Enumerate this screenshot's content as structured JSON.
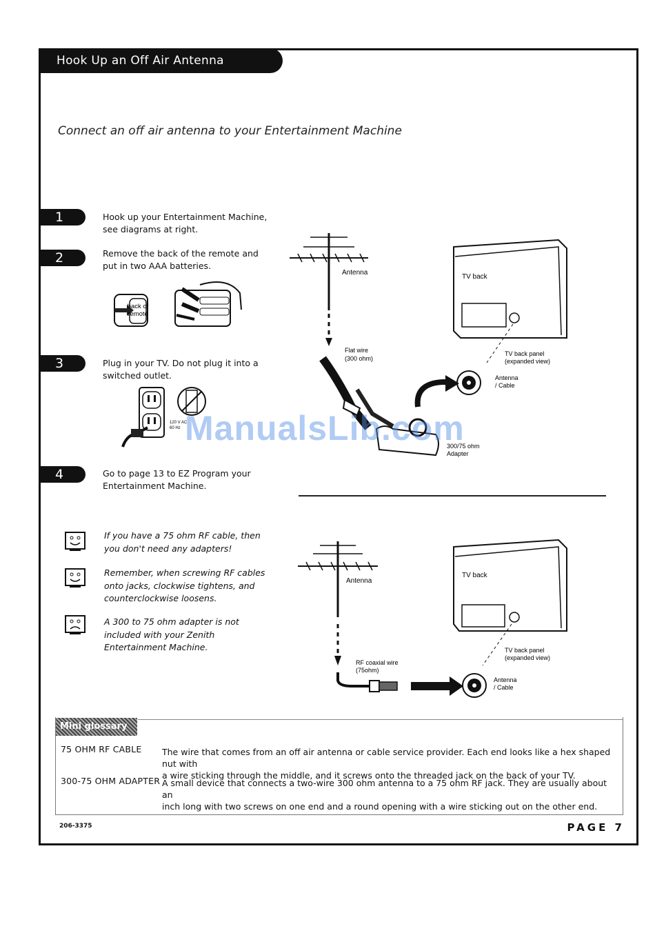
{
  "header": {
    "title": "Hook Up an Off Air Antenna"
  },
  "subtitle": "Connect an off air antenna to your Entertainment Machine",
  "steps": [
    {
      "number": "1",
      "text_line1": "Hook up your Entertainment Machine,",
      "text_line2": "see diagrams at right."
    },
    {
      "number": "2",
      "text_line1": "Remove the back of the remote and",
      "text_line2": "put in two AAA batteries."
    },
    {
      "number": "3",
      "text_line1": "Plug in your TV. Do not plug it into a",
      "text_line2": "switched outlet."
    },
    {
      "number": "4",
      "text_line1": "Go to page 13 to EZ Program your",
      "text_line2": "Entertainment Machine."
    }
  ],
  "remote_label": {
    "line1": "back of",
    "line2": "remote"
  },
  "outlet_label": {
    "line1": "120 V AC",
    "line2": "60 Hz"
  },
  "tips": [
    {
      "line1": "If you have a 75 ohm RF cable, then",
      "line2": "you don't need any adapters!",
      "line3": ""
    },
    {
      "line1": "Remember, when screwing RF cables",
      "line2": "onto jacks, clockwise tightens, and",
      "line3": "counterclockwise loosens."
    },
    {
      "line1": "A 300 to 75 ohm adapter is not",
      "line2": "included with your Zenith",
      "line3": "Entertainment Machine."
    }
  ],
  "diagram1": {
    "antenna": "Antenna",
    "tv_back": "TV back",
    "flat_wire_1": "Flat wire",
    "flat_wire_2": "(300 ohm)",
    "panel_1": "TV back panel",
    "panel_2": "(expanded view)",
    "jack_1": "Antenna",
    "jack_2": "/ Cable",
    "adapter_1": "300/75 ohm",
    "adapter_2": "Adapter"
  },
  "diagram2": {
    "antenna": "Antenna",
    "tv_back": "TV back",
    "rf_1": "RF coaxial wire",
    "rf_2": "(75ohm)",
    "panel_1": "TV back panel",
    "panel_2": "(expanded view)",
    "jack_1": "Antenna",
    "jack_2": "/ Cable"
  },
  "glossary": {
    "label": "Mini glossary",
    "entries": [
      {
        "term": "75 OHM RF CABLE",
        "def_line1": "The wire that comes from an off air antenna or cable service provider. Each end looks like a hex shaped nut with",
        "def_line2": "a wire sticking through the middle, and it screws onto the threaded jack on the back of your TV."
      },
      {
        "term": "300-75 OHM ADAPTER",
        "def_line1": "A small device that connects a two-wire 300 ohm antenna to a 75 ohm RF jack. They are usually about an",
        "def_line2": "inch long with two screws on one end and a round opening with a wire sticking out on the other end."
      }
    ]
  },
  "footer": {
    "code": "206-3375",
    "page": "PAGE 7"
  },
  "watermark": "ManualsLib.com"
}
